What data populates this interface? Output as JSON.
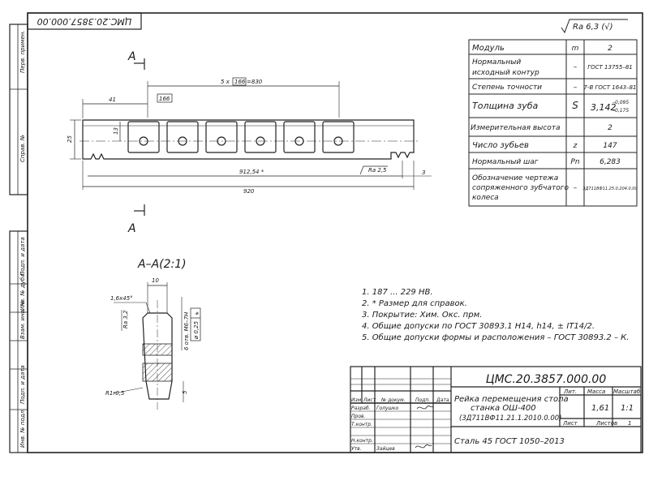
{
  "doc_code_top": "ЦМС.20.3857.000.00",
  "left_margin_labels": [
    "Перв. примен.",
    "Справ. №",
    "Подп. и дата",
    "Инв. № дубл.",
    "Взам. инв. №",
    "Подп. и дата",
    "Инв. № подл."
  ],
  "roughness": "Ra 6,3 (√)",
  "params_table": [
    {
      "name": "Модуль",
      "sym": "m",
      "val": "2"
    },
    {
      "name": "Нормальный исходный контур",
      "sym": "–",
      "val": "ГОСТ 13755–81"
    },
    {
      "name": "Степень точности",
      "sym": "–",
      "val": "7-В ГОСТ 1643–81"
    },
    {
      "name": "Толщина зуба",
      "sym": "S",
      "val": "3,142",
      "tol_up": "–0,095",
      "tol_dn": "–0,175"
    },
    {
      "name": "Измерительная высота",
      "sym": "",
      "val": "2"
    },
    {
      "name": "Число зубьев",
      "sym": "z",
      "val": "147"
    },
    {
      "name": "Нормальный шаг",
      "sym": "Pn",
      "val": "6,283"
    },
    {
      "name": "Обозначение чертежа сопряженного зубчатого колеса",
      "sym": "–",
      "val": "3Д711ВФ11.25.0.204.0.00"
    }
  ],
  "dims": {
    "section_mark": "A",
    "pitch": "5 x",
    "pitch_box": "166",
    "pitch_total": "=830",
    "first": "41",
    "first_box": "166",
    "height": "25",
    "hole_h": "13",
    "ra_small": "Ra 2,5",
    "len_ref": "912,54 *",
    "len_total": "920",
    "end_gap": "3"
  },
  "section": {
    "title": "А–А(2:1)",
    "width": "10",
    "chamfer": "1,6x45°",
    "ra": "Ra 3,2",
    "thread": "6 отв. М6–7Н",
    "tol_val": "ø 0,25",
    "tol_mod": "M",
    "radius": "R1r0,5",
    "bottom": "5"
  },
  "notes": [
    "1. 187 ... 229 НВ.",
    "2. * Размер для справок.",
    "3. Покрытие: Хим. Окс. прм.",
    "4. Общие допуски по ГОСТ 30893.1 Н14, h14, ± IT14/2.",
    "5. Общие допуски формы и расположения – ГОСТ 30893.2 – К."
  ],
  "title_block": {
    "code": "ЦМС.20.3857.000.00",
    "name_line1": "Рейка перемещения стола",
    "name_line2": "станка ОШ-400",
    "name_line3": "(3Д711ВФ11.21.1.2010.0.00)",
    "material": "Сталь 45  ГОСТ 1050–2013",
    "hdr_lit": "Лит.",
    "hdr_mass": "Масса",
    "hdr_scale": "Масштаб",
    "mass": "1,61",
    "scale": "1:1",
    "sheet": "Лист",
    "sheets": "Листов",
    "sheets_val": "1",
    "rows": [
      "Изм.",
      "Лист",
      "№ докум.",
      "Подп.",
      "Дата"
    ],
    "roles": [
      "Разраб.",
      "Пров.",
      "Т.контр.",
      "",
      "Н.контр.",
      "Утв."
    ],
    "names": [
      "Голушко",
      "",
      "",
      "",
      "",
      "Зайцев"
    ]
  }
}
